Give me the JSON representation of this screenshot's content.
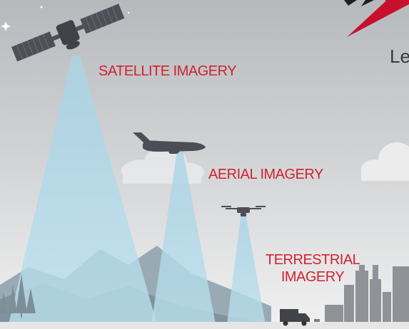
{
  "labels": {
    "satellite": "SATELLITE IMAGERY",
    "aerial": "AERIAL IMAGERY",
    "terrestrial_line1": "TERRESTRIAL",
    "terrestrial_line2": "IMAGERY"
  },
  "brand": {
    "partial_text": "Le"
  },
  "colors": {
    "label_red": "#d0232f",
    "beam": "#a9d3e4",
    "silhouette": "#4b4f55",
    "mountain": "#8ea3ae",
    "sky_top": "#b9bcbf",
    "sky_bottom": "#eeeeee",
    "brand_red": "#c8102e"
  },
  "icons": [
    "satellite-icon",
    "airplane-icon",
    "drone-icon",
    "truck-icon",
    "city-skyline-icon",
    "trees-icon",
    "logo-mark-icon"
  ]
}
